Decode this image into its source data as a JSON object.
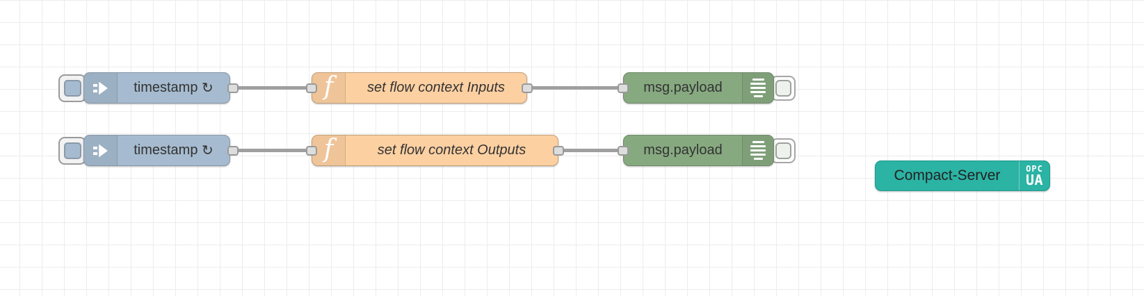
{
  "app": {
    "view": "flow-editor-canvas"
  },
  "colors": {
    "inject_fill": "#a6bbcf",
    "function_fill": "#fdd0a2",
    "debug_fill": "#87a980",
    "server_fill": "#2bb3a4",
    "wire": "#9f9f9f",
    "grid_line": "#ececec",
    "label_text": "#333333"
  },
  "rows": [
    {
      "inject": {
        "label": "timestamp",
        "repeat_glyph": "↻"
      },
      "function": {
        "label": "set flow context Inputs",
        "icon_glyph": "f"
      },
      "debug": {
        "label": "msg.payload"
      }
    },
    {
      "inject": {
        "label": "timestamp",
        "repeat_glyph": "↻"
      },
      "function": {
        "label": "set flow context Outputs",
        "icon_glyph": "f"
      },
      "debug": {
        "label": "msg.payload"
      }
    }
  ],
  "server": {
    "label": "Compact-Server",
    "badge_line1": "OPC",
    "badge_line2": "UA"
  }
}
